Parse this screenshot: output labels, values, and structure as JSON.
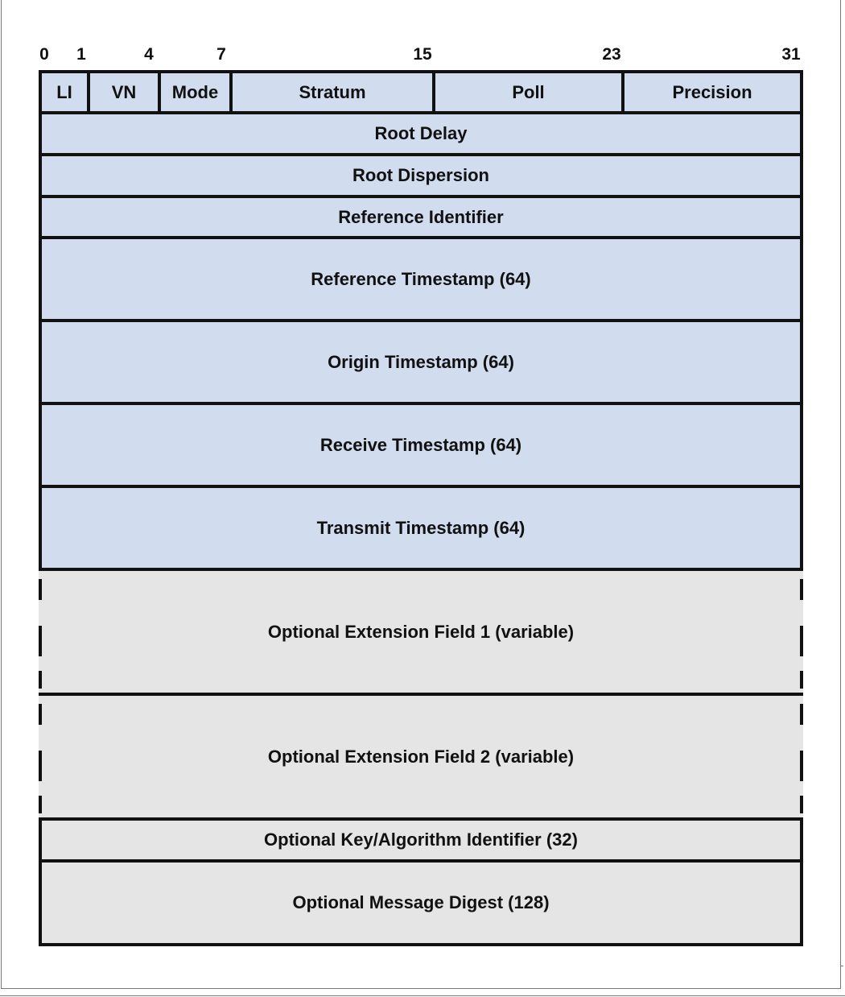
{
  "bit_positions": [
    {
      "label": "0",
      "bit": 0
    },
    {
      "label": "1",
      "bit": 1
    },
    {
      "label": "4",
      "bit": 4
    },
    {
      "label": "7",
      "bit": 7
    },
    {
      "label": "15",
      "bit": 15
    },
    {
      "label": "23",
      "bit": 23
    },
    {
      "label": "31",
      "bit": 31
    }
  ],
  "header_fields": [
    {
      "label": "LI"
    },
    {
      "label": "VN"
    },
    {
      "label": "Mode"
    },
    {
      "label": "Stratum"
    },
    {
      "label": "Poll"
    },
    {
      "label": "Precision"
    }
  ],
  "rows": [
    {
      "label": "Root Delay",
      "kind": "fixed"
    },
    {
      "label": "Root Dispersion",
      "kind": "fixed"
    },
    {
      "label": "Reference Identifier",
      "kind": "fixed"
    },
    {
      "label": "Reference Timestamp (64)",
      "kind": "fixed"
    },
    {
      "label": "Origin Timestamp (64)",
      "kind": "fixed"
    },
    {
      "label": "Receive Timestamp (64)",
      "kind": "fixed"
    },
    {
      "label": "Transmit Timestamp (64)",
      "kind": "fixed"
    },
    {
      "label": "Optional Extension Field 1 (variable)",
      "kind": "variable"
    },
    {
      "label": "Optional Extension Field 2 (variable)",
      "kind": "variable"
    },
    {
      "label": "Optional Key/Algorithm Identifier (32)",
      "kind": "optional"
    },
    {
      "label": "Optional Message Digest (128)",
      "kind": "optional"
    }
  ],
  "colors": {
    "fixed_fill": "#d1dcee",
    "optional_fill": "#e5e5e5",
    "line": "#111111"
  }
}
